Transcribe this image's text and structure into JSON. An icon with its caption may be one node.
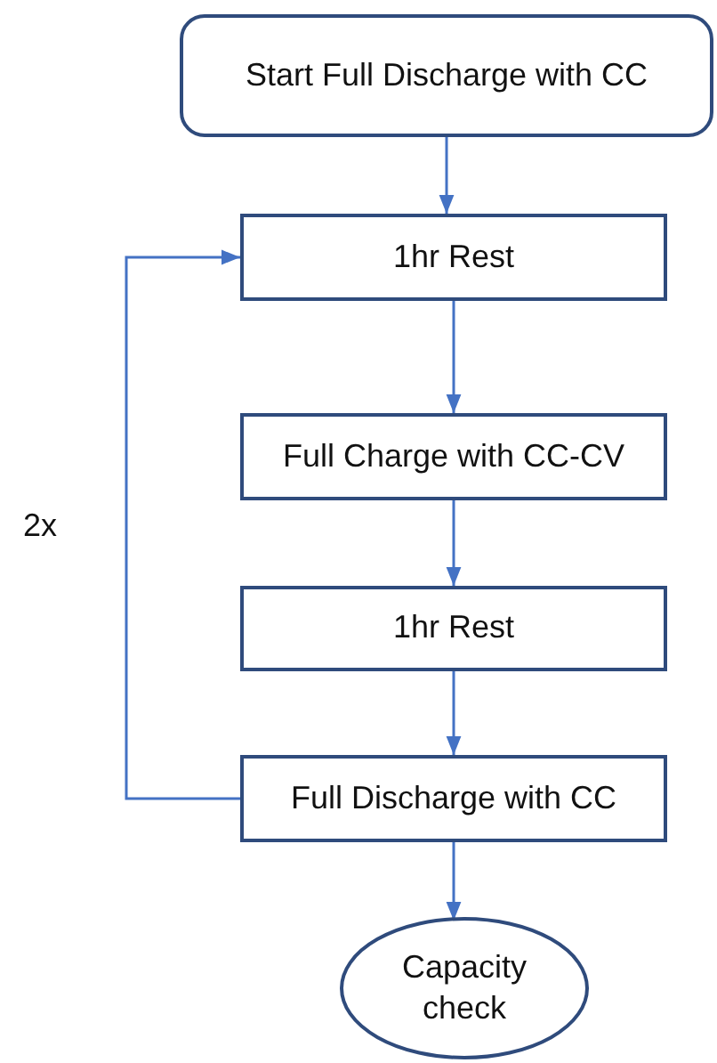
{
  "diagram": {
    "nodes": [
      {
        "text": [
          "Start Full Discharge with CC"
        ]
      },
      {
        "text": [
          "1hr Rest"
        ]
      },
      {
        "text": [
          "Full Charge with CC-CV"
        ]
      },
      {
        "text": [
          "1hr Rest"
        ]
      },
      {
        "text": [
          "Full Discharge with CC"
        ]
      },
      {
        "text": [
          "Capacity check"
        ]
      }
    ],
    "edges": [
      {
        "from": 0,
        "to": 1,
        "arrow": "to"
      },
      {
        "from": 1,
        "to": 2,
        "arrow": "to"
      },
      {
        "from": 2,
        "to": 3,
        "arrow": "to"
      },
      {
        "from": 3,
        "to": 4,
        "arrow": "to"
      },
      {
        "from": 4,
        "to": 5,
        "arrow": "to"
      },
      {
        "from": 4,
        "to": 1,
        "arrow": "to",
        "label": "2x"
      }
    ]
  }
}
